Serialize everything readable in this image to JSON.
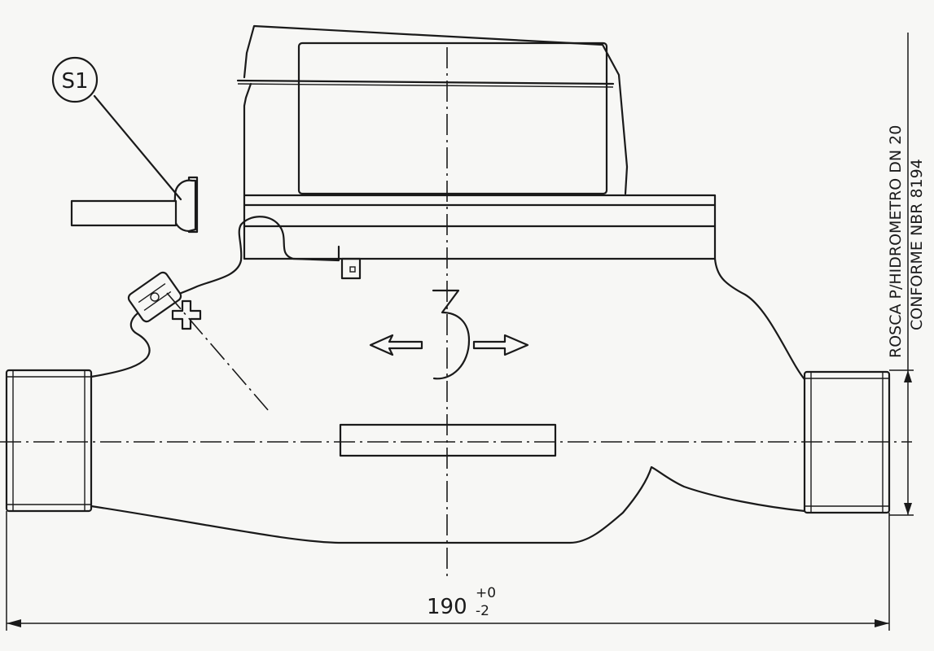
{
  "balloon": {
    "label": "S1"
  },
  "dimension": {
    "value": "190",
    "tol_upper": "+0",
    "tol_lower": "-2"
  },
  "note": {
    "line1": "ROSCA P/HIDROMETRO DN 20",
    "line2": "CONFORME NBR 8194"
  }
}
